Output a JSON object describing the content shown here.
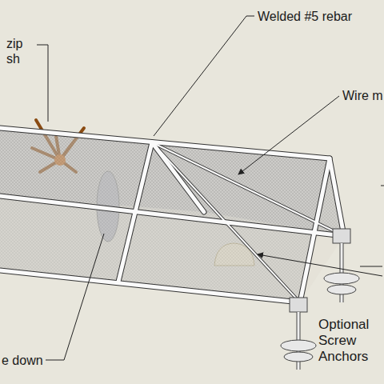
{
  "diagram": {
    "labels": [
      "zip",
      "sh",
      "Welded #5 rebar",
      "Wire m",
      "Optional Screw Anchors",
      "e down"
    ]
  }
}
